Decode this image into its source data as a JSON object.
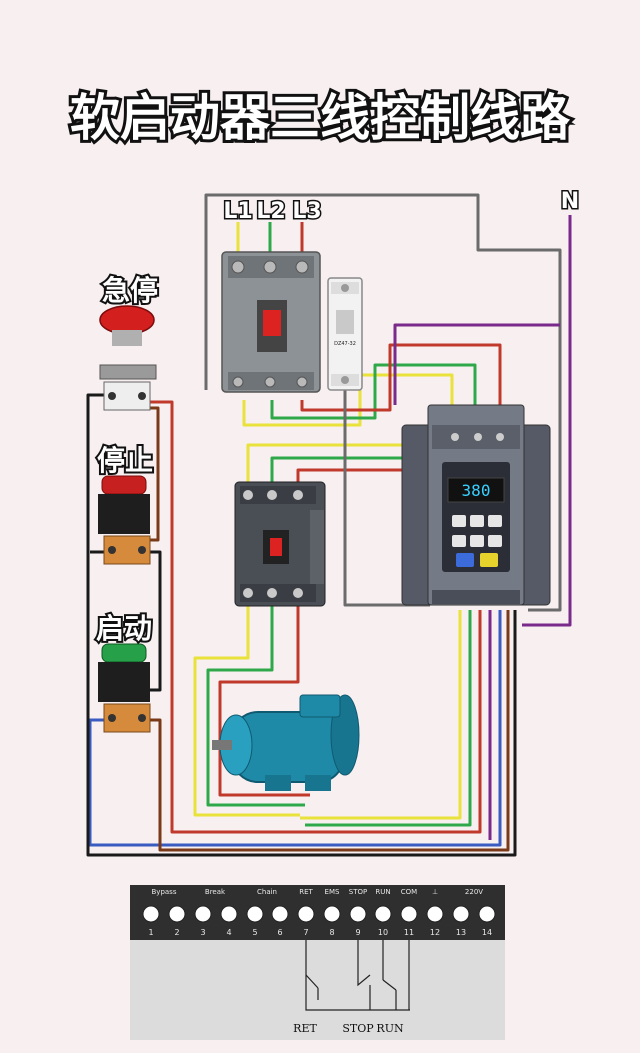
{
  "title": "软启动器三线控制线路",
  "phases": [
    "L1",
    "L2",
    "L3"
  ],
  "neutral": "N",
  "buttons": {
    "emergency": "急停",
    "stop": "停止",
    "start": "启动"
  },
  "breaker_label": "DZ47-32",
  "display_value": "380",
  "terminal_block": {
    "groups": [
      "Bypass",
      "Break",
      "Chain",
      "RET",
      "EMS",
      "STOP",
      "RUN",
      "COM",
      "⊥",
      "220V"
    ],
    "numbers": [
      "1",
      "2",
      "3",
      "4",
      "5",
      "6",
      "7",
      "8",
      "9",
      "10",
      "11",
      "12",
      "13",
      "14"
    ]
  },
  "switch_labels": {
    "ret": "RET",
    "stop": "STOP",
    "run": "RUN"
  },
  "colors": {
    "yellow": "#e8e23a",
    "green": "#2fa84a",
    "red": "#c0392b",
    "purple": "#7a2a8a",
    "black": "#1a1a1a",
    "gray": "#6b6b6b",
    "blue": "#3a5bbf",
    "brown": "#7a3a1a",
    "motor": "#1f8aa8"
  }
}
